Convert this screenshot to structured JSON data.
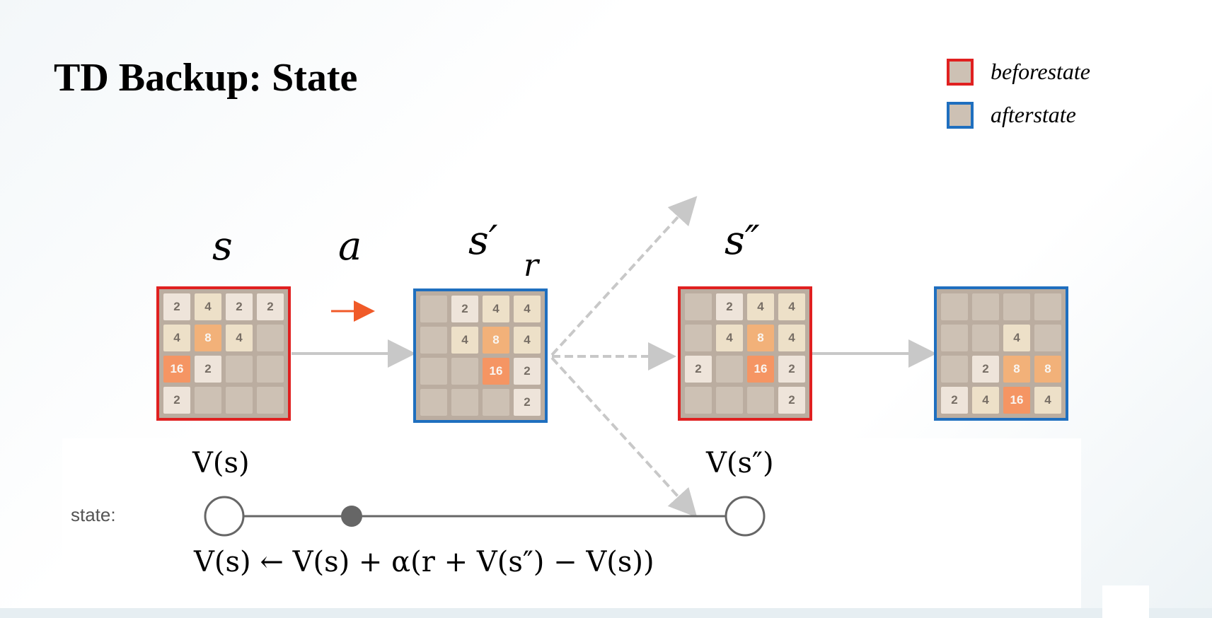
{
  "title": "TD Backup: State",
  "legend": {
    "beforestate": {
      "label": "beforestate",
      "color": "#e02020"
    },
    "afterstate": {
      "label": "afterstate",
      "color": "#1f6fbf"
    }
  },
  "symbols": {
    "s": "s",
    "a": "a",
    "s_prime": "s′",
    "r": "r",
    "s_double_prime": "s″"
  },
  "values": {
    "v_s": "V(s)",
    "v_s_double_prime": "V(s″)"
  },
  "backup_row": {
    "label": "state:",
    "update_rule": "V(s) ← V(s) + α(r + V(s″) − V(s))"
  },
  "boards": [
    {
      "id": "s",
      "kind": "beforestate",
      "cells": [
        2,
        4,
        2,
        2,
        4,
        8,
        4,
        0,
        16,
        2,
        0,
        0,
        2,
        0,
        0,
        0
      ]
    },
    {
      "id": "s_prime",
      "kind": "afterstate",
      "cells": [
        0,
        2,
        4,
        4,
        0,
        4,
        8,
        4,
        0,
        0,
        16,
        2,
        0,
        0,
        0,
        2
      ]
    },
    {
      "id": "s_double_prime",
      "kind": "beforestate",
      "cells": [
        0,
        2,
        4,
        4,
        0,
        4,
        8,
        4,
        2,
        0,
        16,
        2,
        0,
        0,
        0,
        2
      ]
    },
    {
      "id": "next_afterstate",
      "kind": "afterstate",
      "cells": [
        0,
        0,
        0,
        0,
        0,
        0,
        4,
        0,
        0,
        2,
        8,
        8,
        2,
        4,
        16,
        4
      ]
    }
  ],
  "colors": {
    "action_arrow": "#f05a28",
    "transition_arrow": "#c8c8c8",
    "backup_line": "#666666",
    "node_filled": "#666666"
  }
}
